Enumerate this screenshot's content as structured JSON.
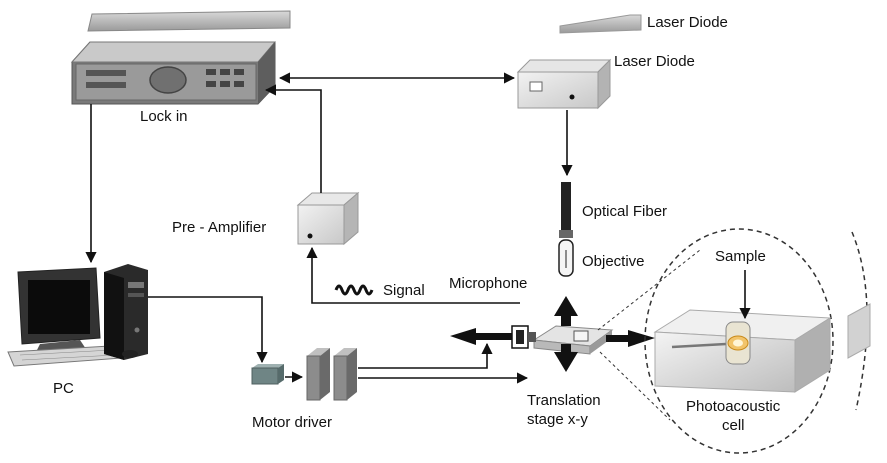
{
  "labels": {
    "laser_diode_top": "Laser Diode",
    "laser_diode": "Laser Diode",
    "lock_in": "Lock in",
    "optical_fiber": "Optical Fiber",
    "objective": "Objective",
    "pre_amplifier": "Pre - Amplifier",
    "signal": "Signal",
    "microphone": "Microphone",
    "sample": "Sample",
    "pc": "PC",
    "motor_driver": "Motor driver",
    "translation_stage_line1": "Translation",
    "translation_stage_line2": "stage x-y",
    "photoacoustic_cell_line1": "Photoacoustic",
    "photoacoustic_cell_line2": "cell"
  }
}
